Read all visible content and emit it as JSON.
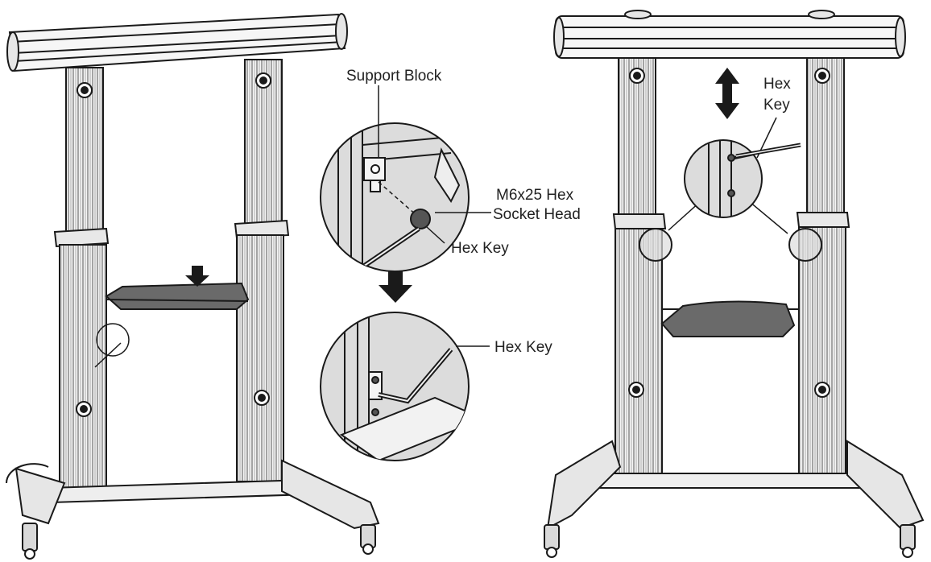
{
  "labels": {
    "support_block": "Support Block",
    "m6x25_line1": "M6x25 Hex",
    "m6x25_line2": "Socket Head",
    "hex_key_top": "Hex Key",
    "hex_key_bottom": "Hex Key",
    "hex_key_right_line1": "Hex",
    "hex_key_right_line2": "Key"
  },
  "colors": {
    "line": "#1a1a1a",
    "fill_light": "#f2f2f2",
    "fill_mid": "#d9d9d9",
    "fill_dark": "#6a6a6a",
    "inset_bg": "#dcdcdc"
  },
  "icons": [
    "arrow-down-icon",
    "arrow-updown-icon"
  ]
}
